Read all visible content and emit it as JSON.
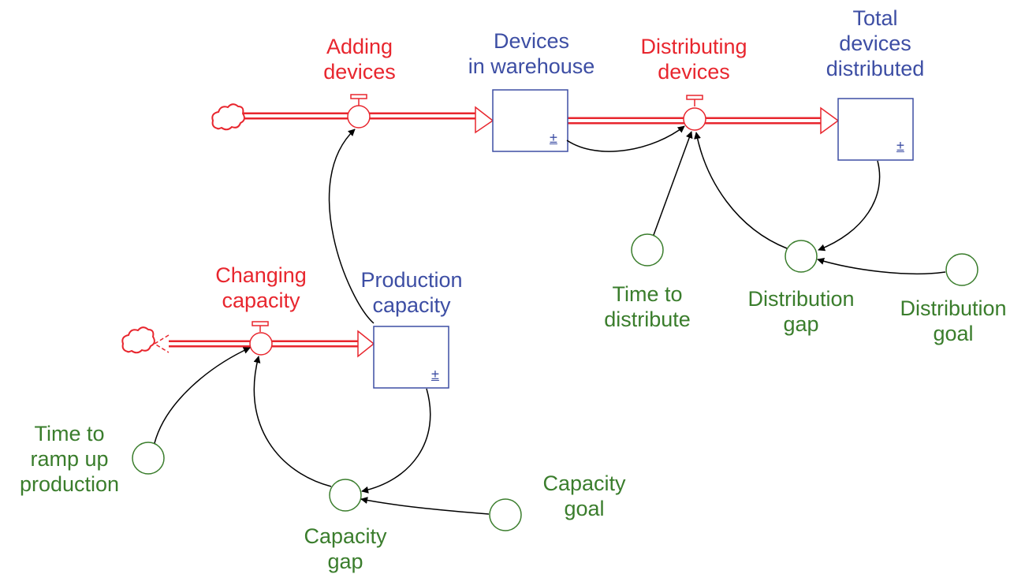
{
  "colors": {
    "stock": "#3d4ea4",
    "flow": "#e8262e",
    "auxiliary": "#3a7d2c",
    "link": "#000000"
  },
  "stocks": {
    "devices_in_warehouse": "Devices\nin warehouse",
    "total_devices_distributed": "Total\ndevices\ndistributed",
    "production_capacity": "Production\ncapacity",
    "stock_marker": "±"
  },
  "flows": {
    "adding_devices": "Adding\ndevices",
    "distributing_devices": "Distributing\ndevices",
    "changing_capacity": "Changing\ncapacity"
  },
  "auxiliaries": {
    "time_to_distribute": "Time to\ndistribute",
    "distribution_gap": "Distribution\ngap",
    "distribution_goal": "Distribution\ngoal",
    "time_to_ramp_up_production": "Time to\nramp up\nproduction",
    "capacity_gap": "Capacity\ngap",
    "capacity_goal": "Capacity\ngoal"
  },
  "icons": {
    "source": "cloud-icon",
    "sink": "cloud-icon",
    "valve": "valve-icon"
  }
}
